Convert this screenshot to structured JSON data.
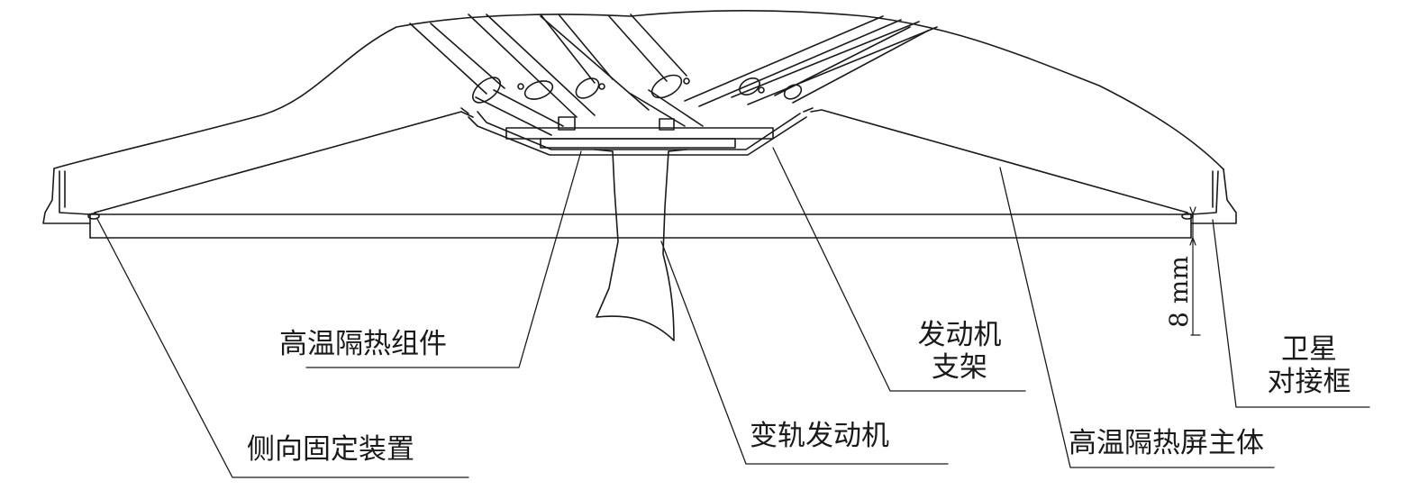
{
  "labels": {
    "insulation_assembly": "高温隔热组件",
    "lateral_fixing_device": "侧向固定装置",
    "orbit_engine": "变轨发动机",
    "engine_bracket_line1": "发动机",
    "engine_bracket_line2": "支架",
    "heat_shield_body": "高温隔热屏主体",
    "docking_frame_line1": "卫星",
    "docking_frame_line2": "对接框"
  },
  "dimension": {
    "gap_text": "8 mm"
  },
  "colors": {
    "line": "#1a1a1a",
    "background": "#ffffff"
  }
}
